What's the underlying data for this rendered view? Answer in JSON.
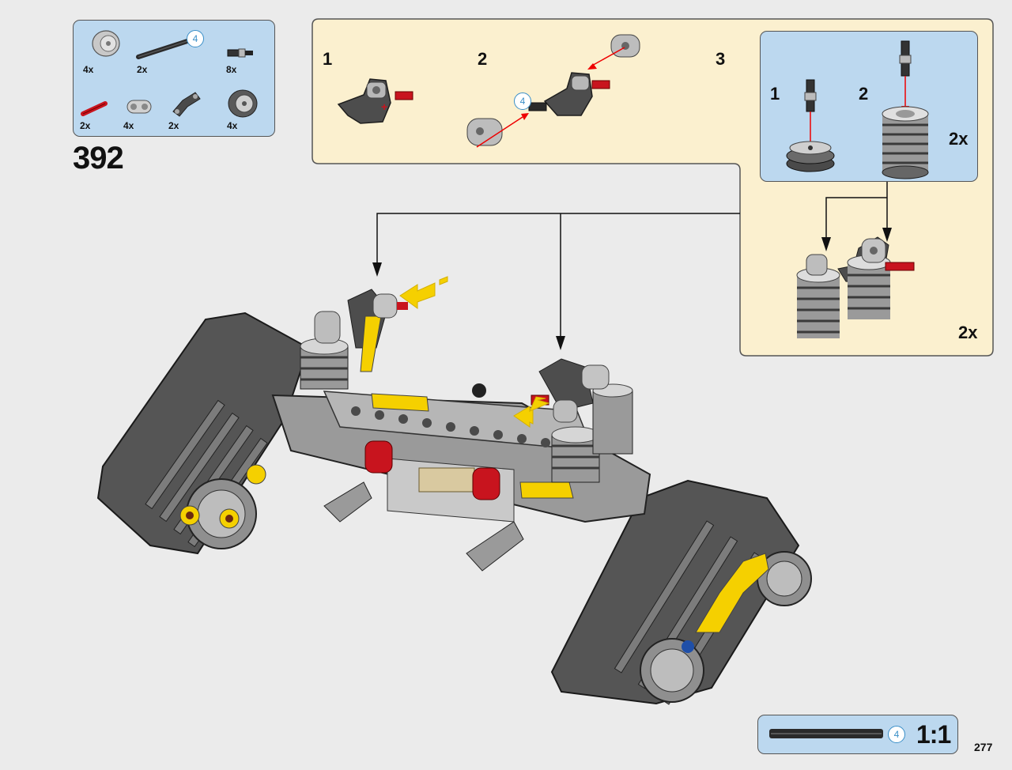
{
  "step_number": "392",
  "page_number": "277",
  "parts_list": {
    "items": [
      {
        "name": "gray-wheel-hub",
        "qty": "4x"
      },
      {
        "name": "black-axle",
        "qty": "2x",
        "length": "4"
      },
      {
        "name": "pin-with-axle",
        "qty": "8x"
      },
      {
        "name": "red-axle",
        "qty": "2x"
      },
      {
        "name": "light-gray-connector",
        "qty": "4x"
      },
      {
        "name": "dark-gray-bent-beam",
        "qty": "2x"
      },
      {
        "name": "dark-gray-pulley",
        "qty": "4x"
      }
    ]
  },
  "callout": {
    "substeps": [
      "1",
      "2",
      "3"
    ],
    "axle_length": "4",
    "inner": {
      "substeps": [
        "1",
        "2"
      ],
      "multiplier": "2x"
    },
    "multiplier": "2x"
  },
  "scale": {
    "label": "1:1",
    "axle_length": "4"
  },
  "colors": {
    "callout_bg": "#fbf0cf",
    "parts_bg": "#bcd8ef",
    "page_bg": "#ebebeb",
    "beam_gray": "#9a9a9a",
    "dark_gray": "#4a4a4a",
    "accent_yellow": "#f5d000",
    "accent_red": "#c8141e",
    "accent_blue": "#1f4fa8"
  }
}
